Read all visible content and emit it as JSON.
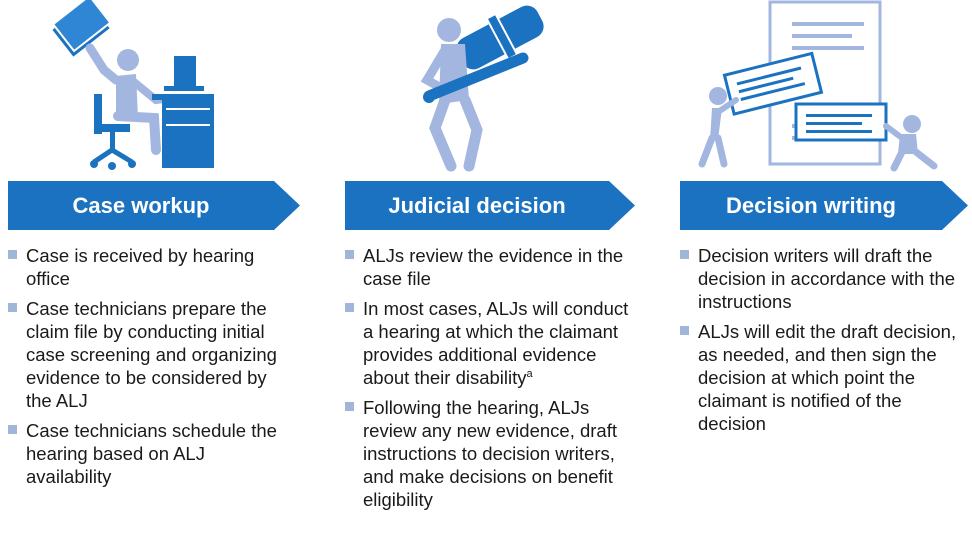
{
  "colors": {
    "banner": "#1b72c0",
    "figure": "#a2b6e0",
    "accent": "#1b72c0",
    "bullet": "#9fb6d9"
  },
  "stages": [
    {
      "icon": "office-worker-desk-icon",
      "title": "Case workup",
      "bullets": [
        "Case is received by hearing office",
        "Case technicians prepare the claim file by conducting initial case screening and organizing evidence to be considered by the ALJ",
        "Case technicians schedule the hearing based on ALJ availability"
      ]
    },
    {
      "icon": "person-with-gavel-icon",
      "title": "Judicial decision",
      "bullets": [
        "ALJs review the evidence in the case file",
        "In most cases, ALJs will conduct a hearing at which the claimant provides additional evidence about their disability",
        "Following the hearing, ALJs review any new evidence, draft instructions to decision writers, and make decisions on benefit eligibility"
      ],
      "footnote_marker": "a"
    },
    {
      "icon": "people-assembling-document-icon",
      "title": "Decision writing",
      "bullets": [
        "Decision writers will draft the decision in accordance with the instructions",
        "ALJs will edit the draft decision, as needed, and then sign the decision at which point the claimant is notified of the decision"
      ]
    }
  ]
}
